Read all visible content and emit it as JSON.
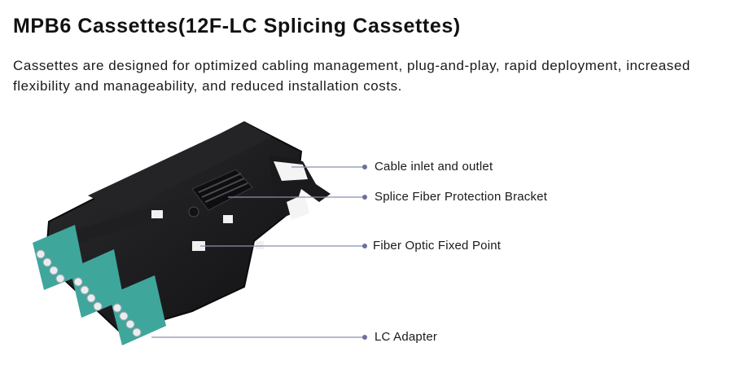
{
  "heading": {
    "title": "MPB6 Cassettes(12F-LC Splicing Cassettes)",
    "description": "Cassettes are designed for optimized cabling management, plug-and-play, rapid deployment, increased flexibility and manageability, and reduced installation costs."
  },
  "figure": {
    "callouts": [
      {
        "label": "Cable inlet and outlet"
      },
      {
        "label": "Splice Fiber Protection Bracket"
      },
      {
        "label": "Fiber Optic Fixed Point"
      },
      {
        "label": "LC Adapter"
      }
    ],
    "colors": {
      "cassette_body": "#1c1c1e",
      "lc_adapter": "#3fa69c",
      "callout_line": "#8a8fb0"
    }
  }
}
